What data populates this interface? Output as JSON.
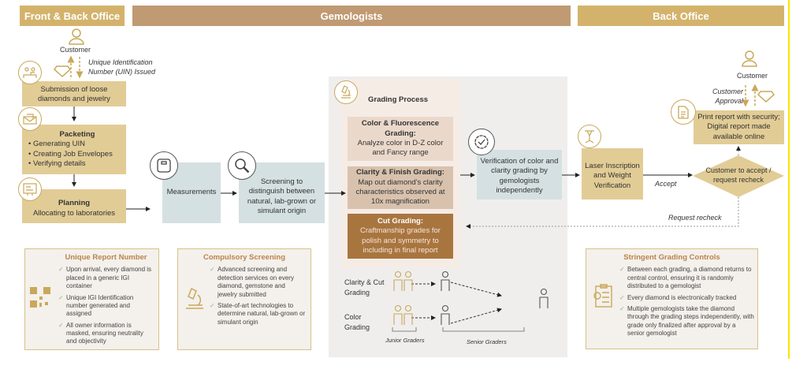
{
  "headers": {
    "front_back": "Front & Back Office",
    "gemologists": "Gemologists",
    "back_office": "Back Office"
  },
  "intake": {
    "customer": "Customer",
    "uin_issued": "Unique Identification Number (UIN) Issued",
    "submission": "Submission of loose diamonds and jewelry",
    "packeting_title": "Packeting",
    "packeting_items": [
      "• Generating UIN",
      "• Creating Job Envelopes",
      "• Verifying details"
    ],
    "planning_title": "Planning",
    "planning_text": "Allocating to laboratories"
  },
  "screening": {
    "measurements": "Measurements",
    "screening": "Screening to distinguish between natural, lab-grown or simulant origin"
  },
  "grading": {
    "title": "Grading Process",
    "color_title": "Color & Fluorescence Grading:",
    "color_text": "Analyze color in D-Z color and Fancy range",
    "clarity_title": "Clarity & Finish Grading:",
    "clarity_text": "Map out diamond's clarity characteristics observed at 10x magnification",
    "cut_title": "Cut Grading:",
    "cut_text": "Craftmanship grades for polish and symmetry to including in final report"
  },
  "verification": "Verification of color and clarity grading by gemologists independently",
  "back": {
    "laser": "Laser Inscription and Weight Verification",
    "accept": "Accept",
    "decision": "Customer to accept / request recheck",
    "report": "Print report with security; Digital report made available online",
    "customer": "Customer",
    "approval": "Customer Approval",
    "recheck": "Request recheck"
  },
  "graders": {
    "clarity_cut": "Clarity & Cut Grading",
    "color": "Color Grading",
    "junior": "Junior Graders",
    "senior": "Senior Graders"
  },
  "cards": {
    "urn": {
      "title": "Unique Report Number",
      "items": [
        "Upon arrival, every diamond is placed in a generic IGI container",
        "Unique IGI Identification number generated and assigned",
        "All owner information is masked, ensuring neutrality and objectivity"
      ]
    },
    "cs": {
      "title": "Compulsory Screening",
      "items": [
        "Advanced screening and detection services on every diamond, gemstone and jewelry submitted",
        "State-of-art technologies to determine natural, lab-grown or simulant origin"
      ]
    },
    "sgc": {
      "title": "Stringent Grading Controls",
      "items": [
        "Between each grading, a diamond returns to central control, ensuring it is randomly distributed to a gemologist",
        "Every diamond is electronically tracked",
        "Multiple gemologists take the diamond through the grading steps independently, with grade only finalized after approval by a senior gemologist"
      ]
    }
  },
  "colors": {
    "gold": "#d3b36c",
    "brown": "#c09a73",
    "blue": "#d5e0e2",
    "cut": "#a9753f"
  }
}
